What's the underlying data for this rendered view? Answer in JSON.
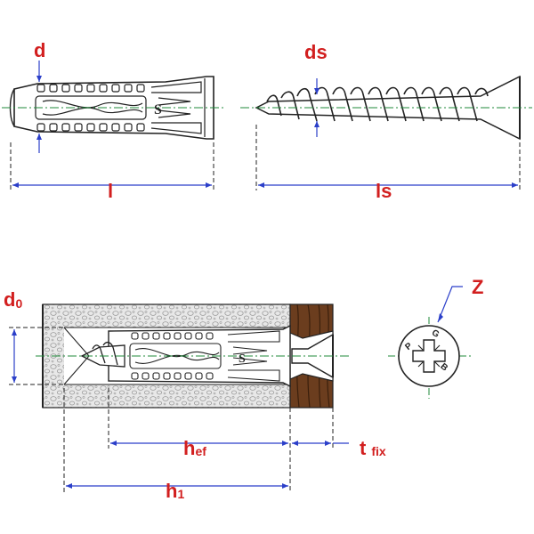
{
  "colors": {
    "red": "#d21f1f",
    "blue": "#2b3fc9",
    "green": "#1f8a3a",
    "outline": "#222222",
    "concrete": "#e6e6e6",
    "wood": "#6b3d1e"
  },
  "labels": {
    "d": "d",
    "ds": "ds",
    "l": "l",
    "ls": "ls",
    "d0_main": "d",
    "d0_sub": "0",
    "hef_main": "h",
    "hef_sub": "ef",
    "tfix_main": "t",
    "tfix_sub": "fix",
    "h1_main": "h",
    "h1_sub": "1",
    "z": "Z",
    "dowel_mark": "S",
    "pozi_p": "P",
    "pozi_g": "G",
    "pozi_b": "B"
  }
}
